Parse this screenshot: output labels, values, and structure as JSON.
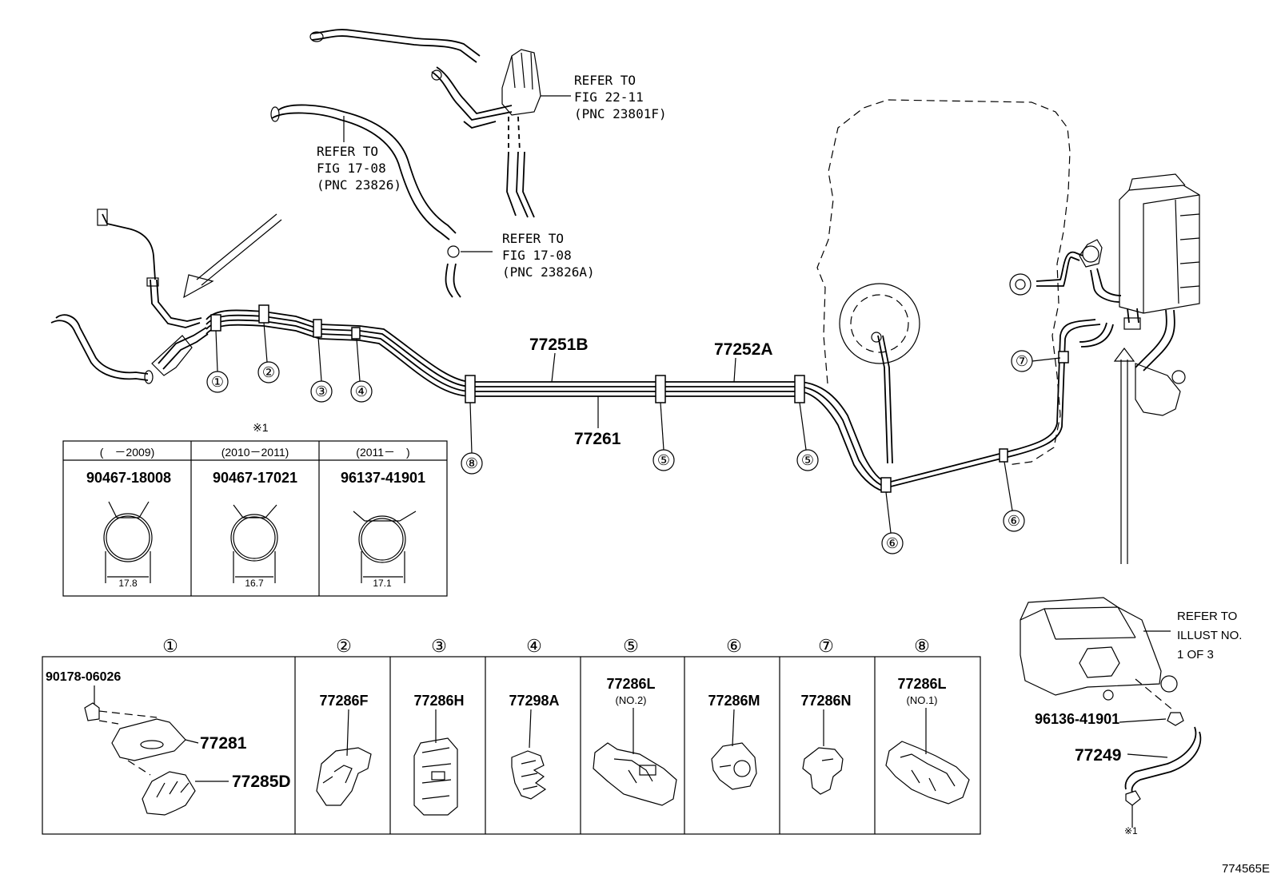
{
  "refers": {
    "fig_22_11": [
      "REFER TO",
      "FIG 22-11",
      "(PNC 23801F)"
    ],
    "fig_17_08_a": [
      "REFER TO",
      "FIG 17-08",
      "(PNC 23826)"
    ],
    "fig_17_08_b": [
      "REFER TO",
      "FIG 17-08",
      "(PNC 23826A)"
    ],
    "illust": [
      "REFER TO",
      "ILLUST NO.",
      "1 OF 3"
    ]
  },
  "main_parts": {
    "tube_a": "77251B",
    "tube_b": "77252A",
    "tube_c": "77261",
    "canister_hose": "77249",
    "canister_clamp": "96136-41901"
  },
  "callouts": [
    "①",
    "②",
    "③",
    "④",
    "⑤",
    "⑥",
    "⑦",
    "⑧"
  ],
  "clamp_table": {
    "note": "※1",
    "headers": [
      "(　－2009)",
      "(2010－2011)",
      "(2011－　)"
    ],
    "part_numbers": [
      "90467-18008",
      "90467-17021",
      "96137-41901"
    ],
    "dimensions": [
      "17.8",
      "16.7",
      "17.1"
    ]
  },
  "bottom_table": {
    "cells": [
      {
        "num": "①",
        "parts": [
          "90178-06026",
          "77281",
          "77285D"
        ]
      },
      {
        "num": "②",
        "parts": [
          "77286F"
        ]
      },
      {
        "num": "③",
        "parts": [
          "77286H"
        ]
      },
      {
        "num": "④",
        "parts": [
          "77298A"
        ]
      },
      {
        "num": "⑤",
        "parts": [
          "77286L"
        ],
        "sub": "(NO.2)"
      },
      {
        "num": "⑥",
        "parts": [
          "77286M"
        ]
      },
      {
        "num": "⑦",
        "parts": [
          "77286N"
        ]
      },
      {
        "num": "⑧",
        "parts": [
          "77286L"
        ],
        "sub": "(NO.1)"
      }
    ]
  },
  "note_mark": "※1",
  "drawing_id": "774565E"
}
